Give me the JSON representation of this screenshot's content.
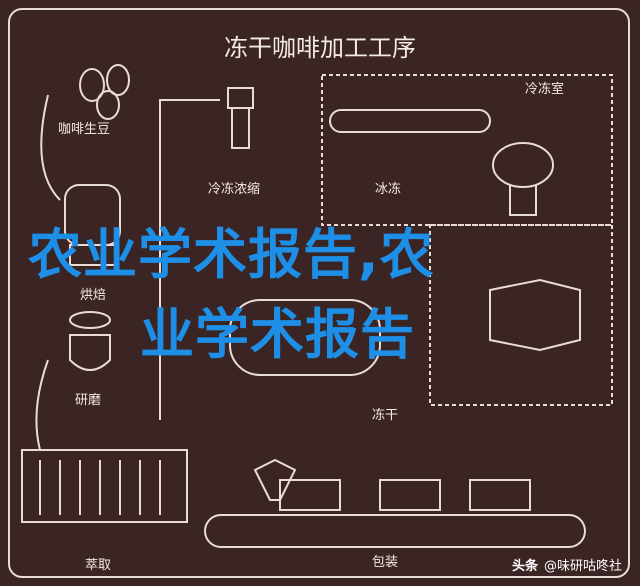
{
  "title": "冻干咖啡加工工序",
  "steps": {
    "green_beans": "咖啡生豆",
    "roasting": "烘焙",
    "grinding": "研磨",
    "extraction": "萃取",
    "freeze_concentration": "冷冻浓缩",
    "freezing": "冰冻",
    "freezer_room": "冷冻室",
    "freeze_drying": "冻干",
    "packaging": "包装"
  },
  "overlay_text": {
    "line1": "农业学术报告,农",
    "line2": "业学术报告"
  },
  "watermark": {
    "platform": "头条",
    "account": "@味研咕咚社"
  }
}
